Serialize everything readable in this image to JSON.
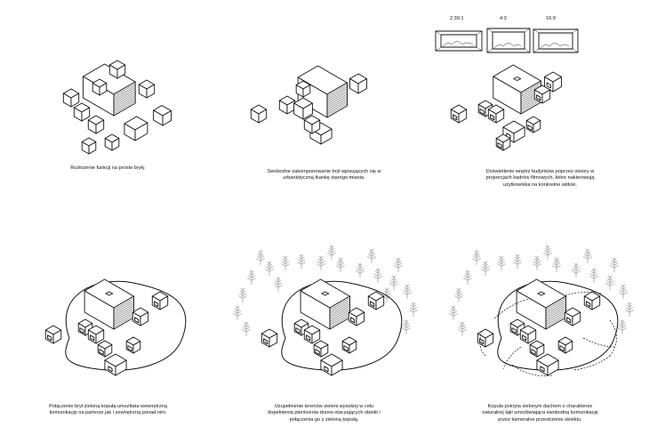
{
  "panels": [
    {
      "id": "p1",
      "caption": [
        "Rozłożenie funkcji na proste bryły."
      ]
    },
    {
      "id": "p2",
      "caption": [
        "Swobodne zakomponowanie brył wpisujących się w",
        "urbanistyczną tkankę starego miasta."
      ]
    },
    {
      "id": "p3",
      "caption": [
        "Doświetlenie wnętrz budynków poprzez otwory w",
        "proporcjach kadrów filmowych, które nakierowują",
        "użytkownika na konkretne widoki."
      ]
    },
    {
      "id": "p4",
      "caption": [
        "Połączenie brył zieloną kopułą umożliwia wewnętrzną",
        "komunikację na parterze jak i zewnętrzną ponad nim."
      ]
    },
    {
      "id": "p5",
      "caption": [
        "Uzupełnienie terenów zieleni wysokiej w celu",
        "dopełnienia pierścienia drzew otaczających obiekt i",
        "połączenia go z zieloną kopułą."
      ]
    },
    {
      "id": "p6",
      "caption": [
        "Kopuła pokryta zielonym dachem o charakterze",
        "naturalnej łąki umożliwiająca swobodną komunikację",
        "przez kameralne przestrzenie obiektu."
      ]
    }
  ],
  "aspect_ratios": [
    "2.39:1",
    "4:3",
    "16:9"
  ]
}
